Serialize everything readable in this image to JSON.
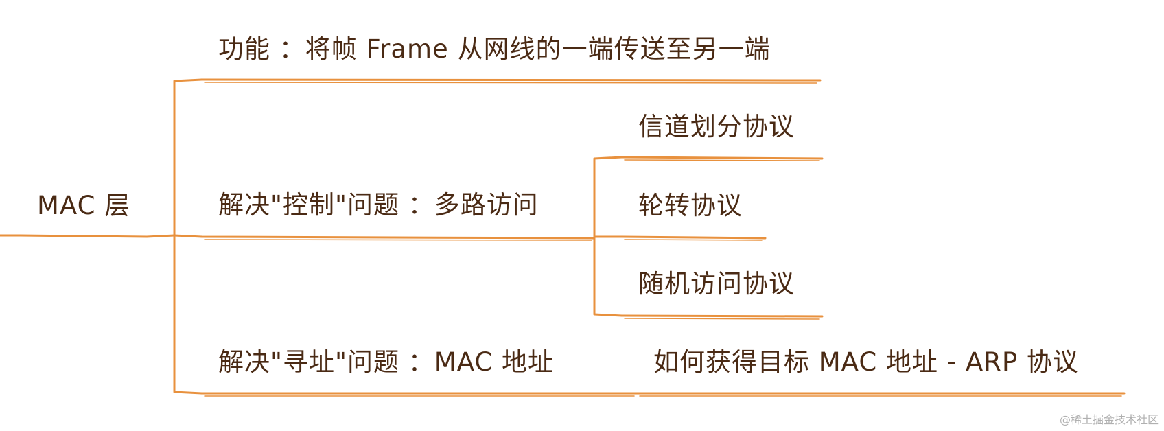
{
  "root": {
    "label": "MAC 层"
  },
  "branches": [
    {
      "label": "功能 ：将帧 Frame 从网线的一端传送至另一端"
    },
    {
      "label": "解决\"控制\"问题 ：多路访问",
      "children": [
        {
          "label": "信道划分协议"
        },
        {
          "label": "轮转协议"
        },
        {
          "label": "随机访问协议"
        }
      ]
    },
    {
      "label": "解决\"寻址\"问题 ：MAC 地址",
      "children": [
        {
          "label": "如何获得目标 MAC 地址 - ARP 协议"
        }
      ]
    }
  ],
  "watermark": "@稀土掘金技术社区",
  "colors": {
    "line": "#e8913e",
    "text": "#4a2a14"
  }
}
